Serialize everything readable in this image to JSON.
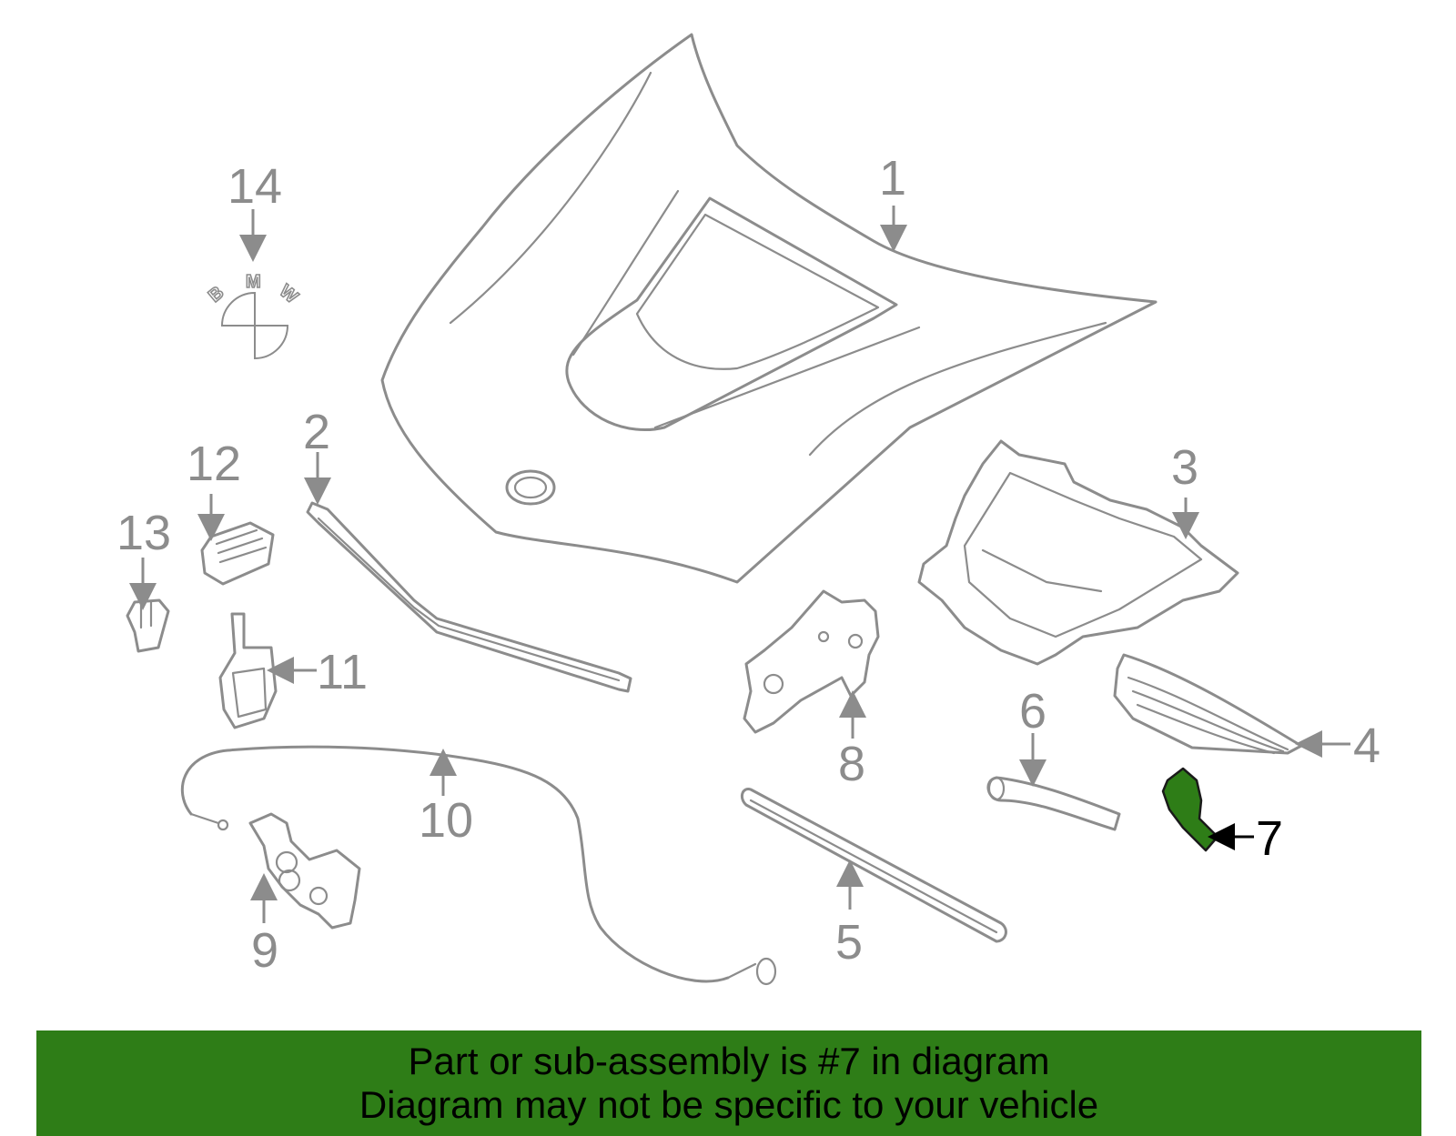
{
  "diagram": {
    "callouts": [
      "1",
      "2",
      "3",
      "4",
      "5",
      "6",
      "7",
      "8",
      "9",
      "10",
      "11",
      "12",
      "13",
      "14"
    ],
    "highlighted_part": "7",
    "logo_letters": [
      "B",
      "M",
      "W"
    ]
  },
  "colors": {
    "line": "#8c8c8c",
    "highlight_fill": "#2e7d17",
    "banner": "#2e7d17"
  },
  "footer": {
    "line1": "Part or sub-assembly is #7 in diagram",
    "line2": "Diagram may not be specific to your vehicle"
  }
}
